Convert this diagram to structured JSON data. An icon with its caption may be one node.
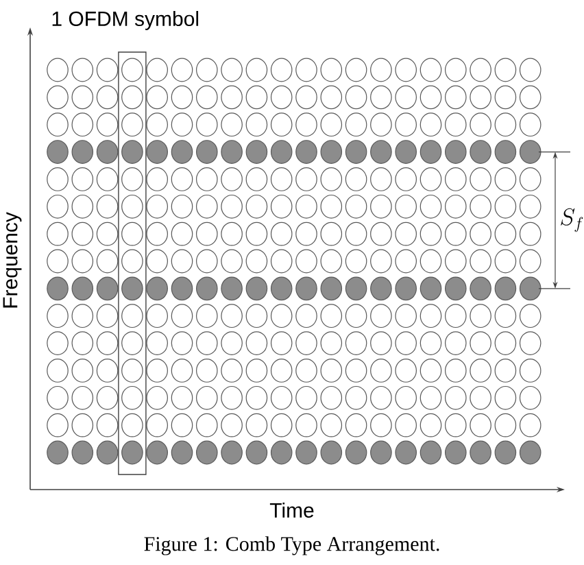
{
  "diagram": {
    "caption": "Figure 1: Comb Type Arrangement.",
    "labels": [
      "1 OFDM symbol",
      "Frequency",
      "S_f",
      "Time"
    ]
  }
}
